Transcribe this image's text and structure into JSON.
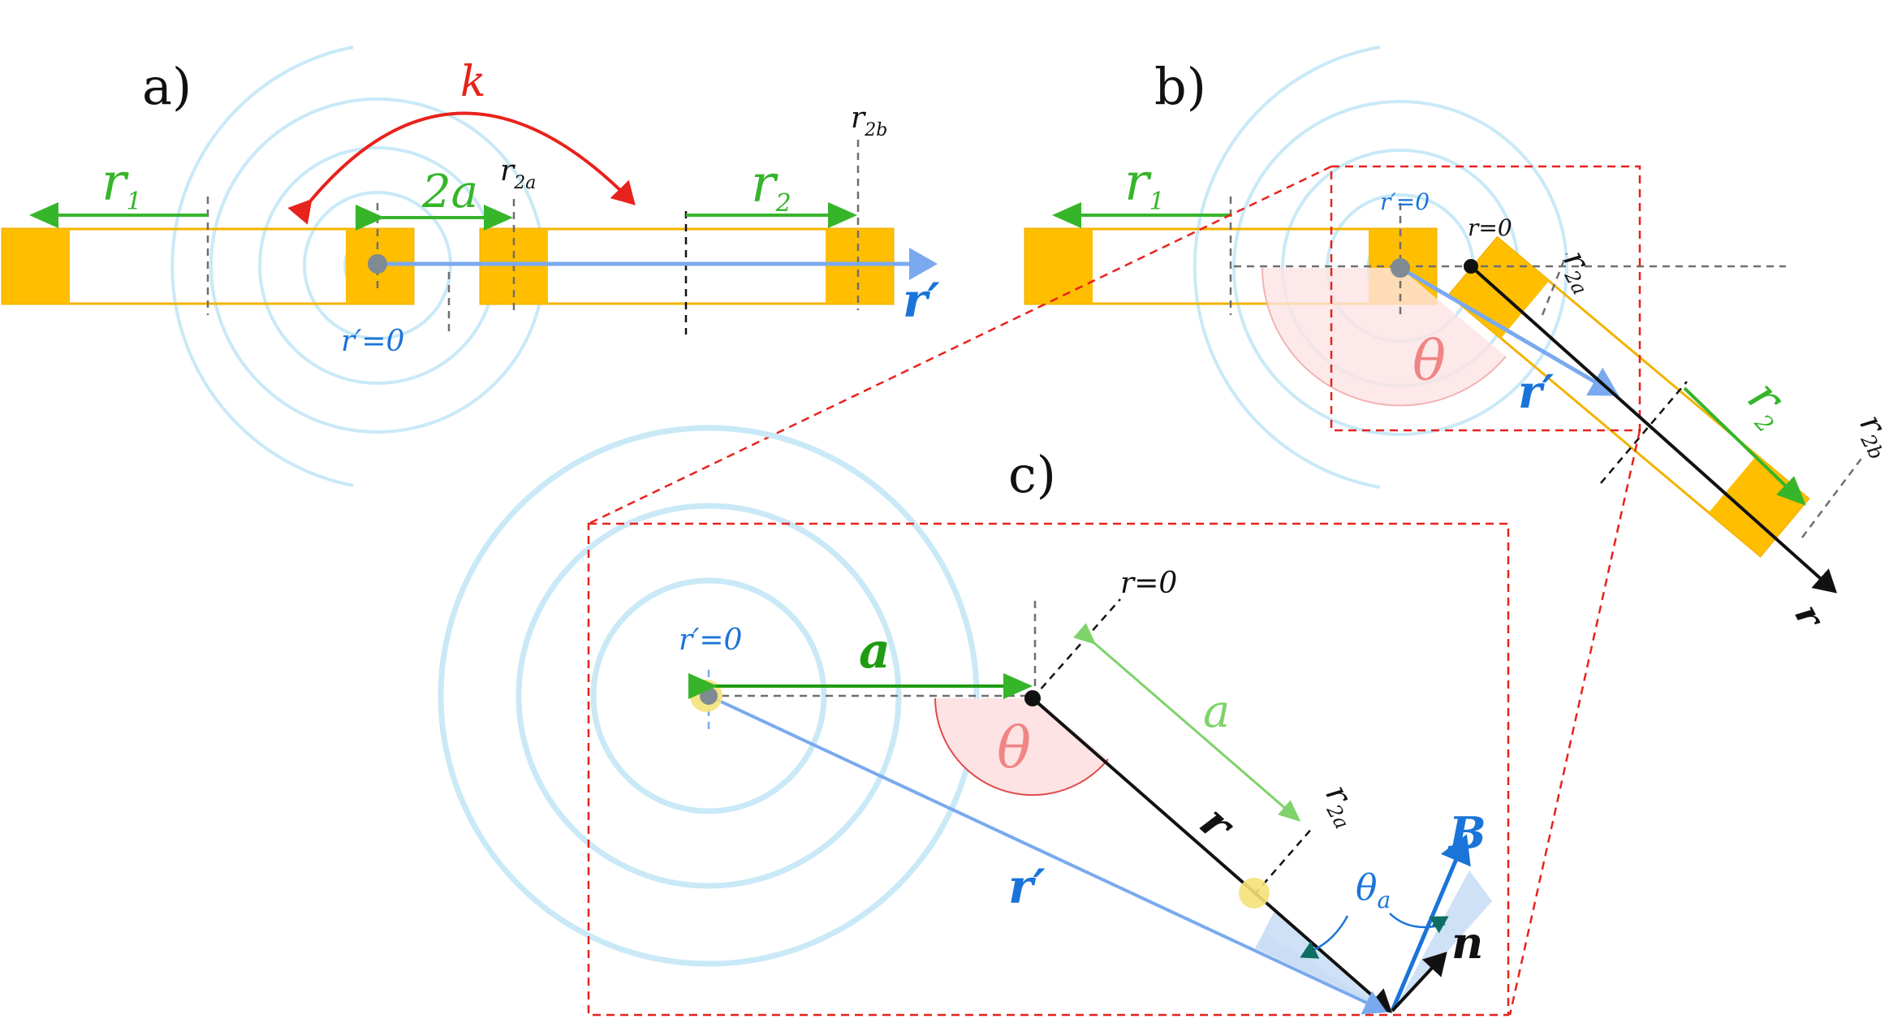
{
  "colors": {
    "orange": "#ffbe00",
    "orange_line": "#f2b300",
    "waves": "#c9e9f7",
    "red": "#e8221c",
    "green": "#36b52a",
    "green_dark": "#1f9c12",
    "green_light": "#7ed36a",
    "blue": "#1a74d9",
    "blue_light": "#7aa9ef",
    "black": "#111111",
    "grey": "#6f6f6f",
    "theta_fill": "#fde3e3",
    "theta_stroke": "#e14a4a",
    "thetaa_fill": "#c9def5",
    "teal": "#0e6e62",
    "dot_yellow": "#f5e27a"
  },
  "panel_a": {
    "label": "a)",
    "k": "k",
    "two_a": "2a",
    "r1_main": "r",
    "r1_sub": "1",
    "r2_main": "r",
    "r2_sub": "2",
    "r2a_main": "r",
    "r2a_sub": "2a",
    "r2b_main": "r",
    "r2b_sub": "2b",
    "rprime": "r′",
    "rprime0": "r′=0"
  },
  "panel_b": {
    "label": "b)",
    "r1_main": "r",
    "r1_sub": "1",
    "rprime0": "r′=0",
    "r0": "r=0",
    "r2a_main": "r",
    "r2a_sub": "2a",
    "theta": "θ",
    "rprime": "r′",
    "r2_main": "r",
    "r2_sub": "2",
    "r2b_main": "r",
    "r2b_sub": "2b",
    "r": "r"
  },
  "panel_c": {
    "label": "c)",
    "rprime0": "r′=0",
    "a1": "a",
    "r0": "r=0",
    "a2": "a",
    "theta": "θ",
    "r2a_main": "r",
    "r2a_sub": "2a",
    "r": "r",
    "rprime": "r′",
    "theta_a_main": "θ",
    "theta_a_sub": "a",
    "B": "B",
    "n": "n"
  }
}
